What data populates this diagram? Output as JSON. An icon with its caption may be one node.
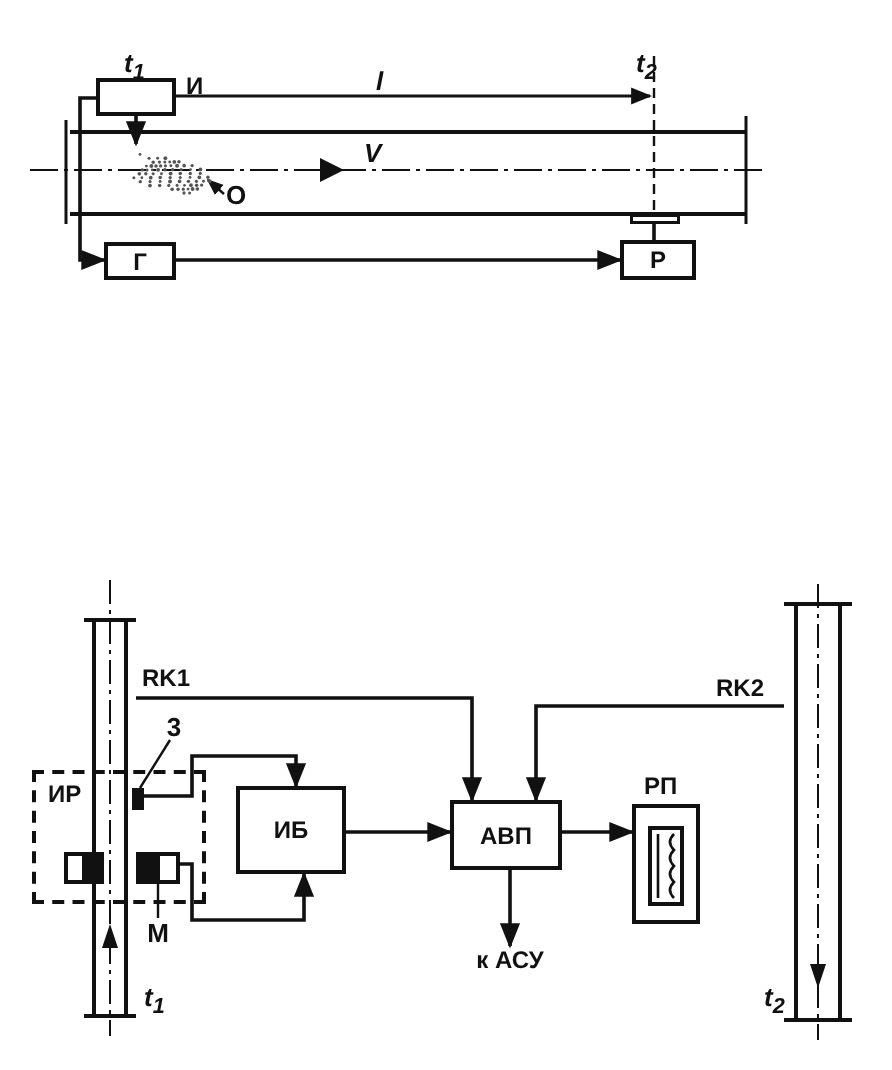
{
  "diagram": {
    "nodes": [
      {
        "text": [
          "И"
        ]
      },
      {
        "text": [],
        "shape": "cloud"
      },
      {
        "text": [
          "О"
        ]
      },
      {
        "text": [
          "Г"
        ]
      },
      {
        "text": [],
        "shape": "box"
      },
      {
        "text": [
          "Р"
        ]
      },
      {
        "text": [],
        "shape": "pipe"
      },
      {
        "text": [
          "ИР"
        ]
      },
      {
        "text": [],
        "shape": "bar",
        "in": 7
      },
      {
        "text": [
          "3"
        ]
      },
      {
        "text": [],
        "shape": "magnet",
        "in": 7
      },
      {
        "text": [],
        "shape": "magnet",
        "in": 7
      },
      {
        "text": [
          "М"
        ]
      },
      {
        "text": [
          "ИБ"
        ]
      },
      {
        "text": [
          "АВП"
        ]
      },
      {
        "text": [
          "РП"
        ]
      },
      {
        "text": [
          "к АСУ"
        ]
      },
      {
        "text": [],
        "shape": "pipe"
      }
    ],
    "edges": [
      {
        "from": 0,
        "to": 1,
        "arrow": "to"
      },
      {
        "from": 2,
        "to": 1,
        "arrow": "to"
      },
      {
        "from": 0,
        "to": 3,
        "arrow": "to"
      },
      {
        "from": 3,
        "to": 5,
        "arrow": "to"
      },
      {
        "from": 4,
        "to": 5,
        "arrow": "none"
      },
      {
        "from": 9,
        "to": 8,
        "arrow": "none"
      },
      {
        "from": 12,
        "to": 11,
        "arrow": "none"
      },
      {
        "from": 6,
        "to": 14,
        "arrow": "to",
        "label": "RK1"
      },
      {
        "from": 17,
        "to": 14,
        "arrow": "to",
        "label": "RK2"
      },
      {
        "from": 8,
        "to": 13,
        "arrow": "to"
      },
      {
        "from": 11,
        "to": 13,
        "arrow": "to"
      },
      {
        "from": 13,
        "to": 14,
        "arrow": "to"
      },
      {
        "from": 14,
        "to": 15,
        "arrow": "to"
      },
      {
        "from": 14,
        "to": 16,
        "arrow": "to"
      }
    ],
    "labels": [
      "t$_{1}$",
      "l",
      "t$_{2}$",
      "V",
      "t$_{1}$",
      "t$_{2}$"
    ]
  }
}
